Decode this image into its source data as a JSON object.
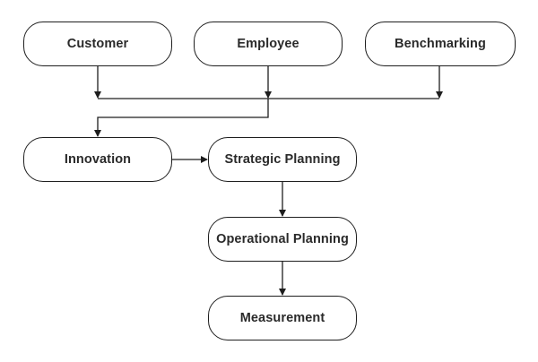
{
  "nodes": {
    "customer": "Customer",
    "employee": "Employee",
    "benchmarking": "Benchmarking",
    "innovation": "Innovation",
    "strategic_planning": "Strategic Planning",
    "operational_planning": "Operational Planning",
    "measurement": "Measurement"
  },
  "colors": {
    "line": "#1e1e1e",
    "text": "#2a2a2a",
    "background": "#ffffff"
  }
}
